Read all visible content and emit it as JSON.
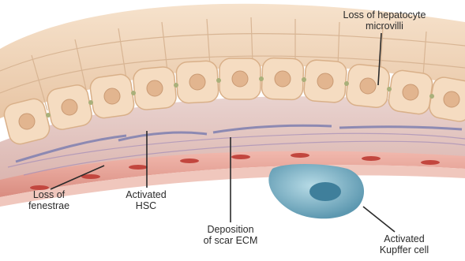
{
  "labels": {
    "microvilli": "Loss of hepatocyte\nmicrovilli",
    "fenestrae": "Loss of\nfenestrae",
    "hsc": "Activated\nHSC",
    "ecm": "Deposition\nof scar ECM",
    "kupffer": "Activated\nKupffer cell"
  },
  "colors": {
    "hepatocyte": "#f2d5b8",
    "nucleus": "#e0b48f",
    "space_of_disse": "#e6c6c1",
    "hsc_streak": "#7e7fb0",
    "endothelium": "#e9a79c",
    "kupffer_cell": "#7fb2c6",
    "background": "#ffffff"
  }
}
